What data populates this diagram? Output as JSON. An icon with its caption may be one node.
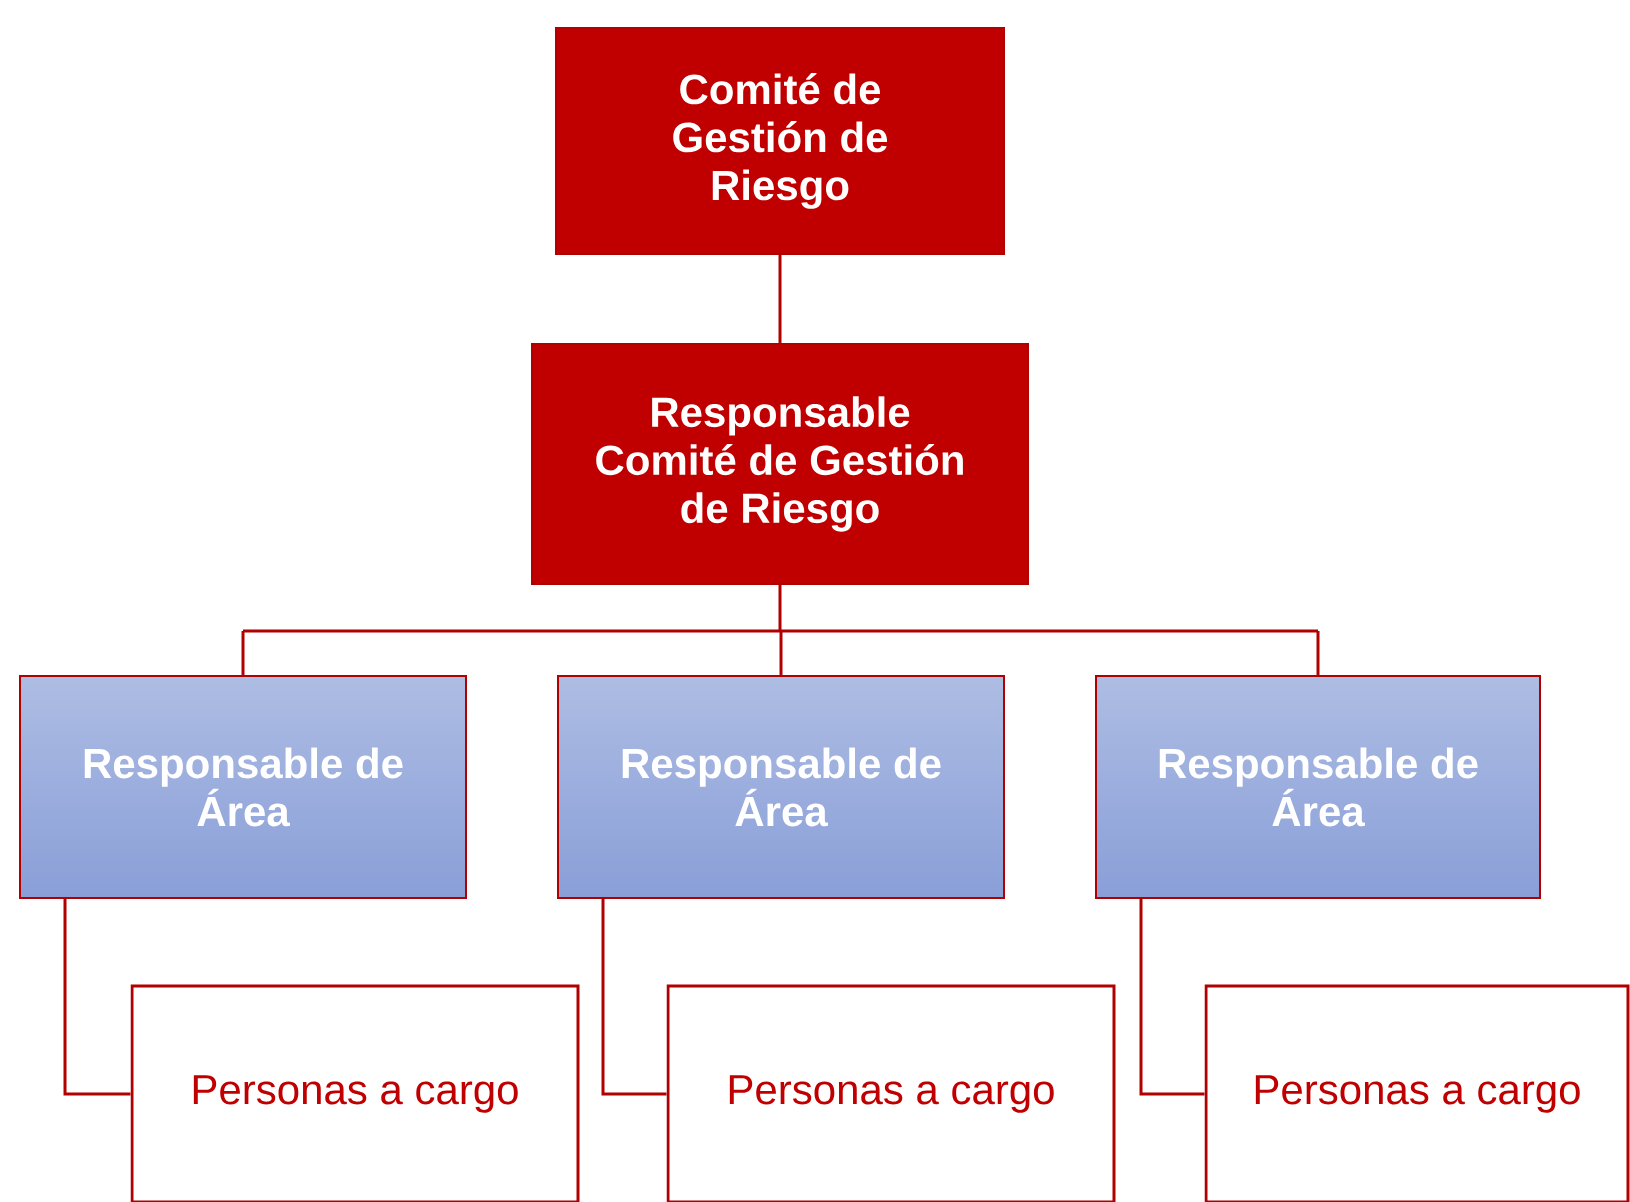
{
  "diagram": {
    "nodes": [
      {
        "text": [
          "Comité de Gestión de Riesgo"
        ]
      },
      {
        "text": [
          "Responsable Comité de Gestión de Riesgo"
        ]
      },
      {
        "text": [
          "Responsable de Área"
        ]
      },
      {
        "text": [
          "Responsable de Área"
        ]
      },
      {
        "text": [
          "Responsable de Área"
        ]
      },
      {
        "text": [
          "Personas a cargo"
        ]
      },
      {
        "text": [
          "Personas a cargo"
        ]
      },
      {
        "text": [
          "Personas a cargo"
        ]
      }
    ],
    "edges": [
      {
        "from": 0,
        "to": 1,
        "arrow": "none"
      },
      {
        "from": 1,
        "to": 2,
        "arrow": "none"
      },
      {
        "from": 1,
        "to": 3,
        "arrow": "none"
      },
      {
        "from": 1,
        "to": 4,
        "arrow": "none"
      },
      {
        "from": 2,
        "to": 5,
        "arrow": "none"
      },
      {
        "from": 3,
        "to": 6,
        "arrow": "none"
      },
      {
        "from": 4,
        "to": 7,
        "arrow": "none"
      }
    ]
  }
}
